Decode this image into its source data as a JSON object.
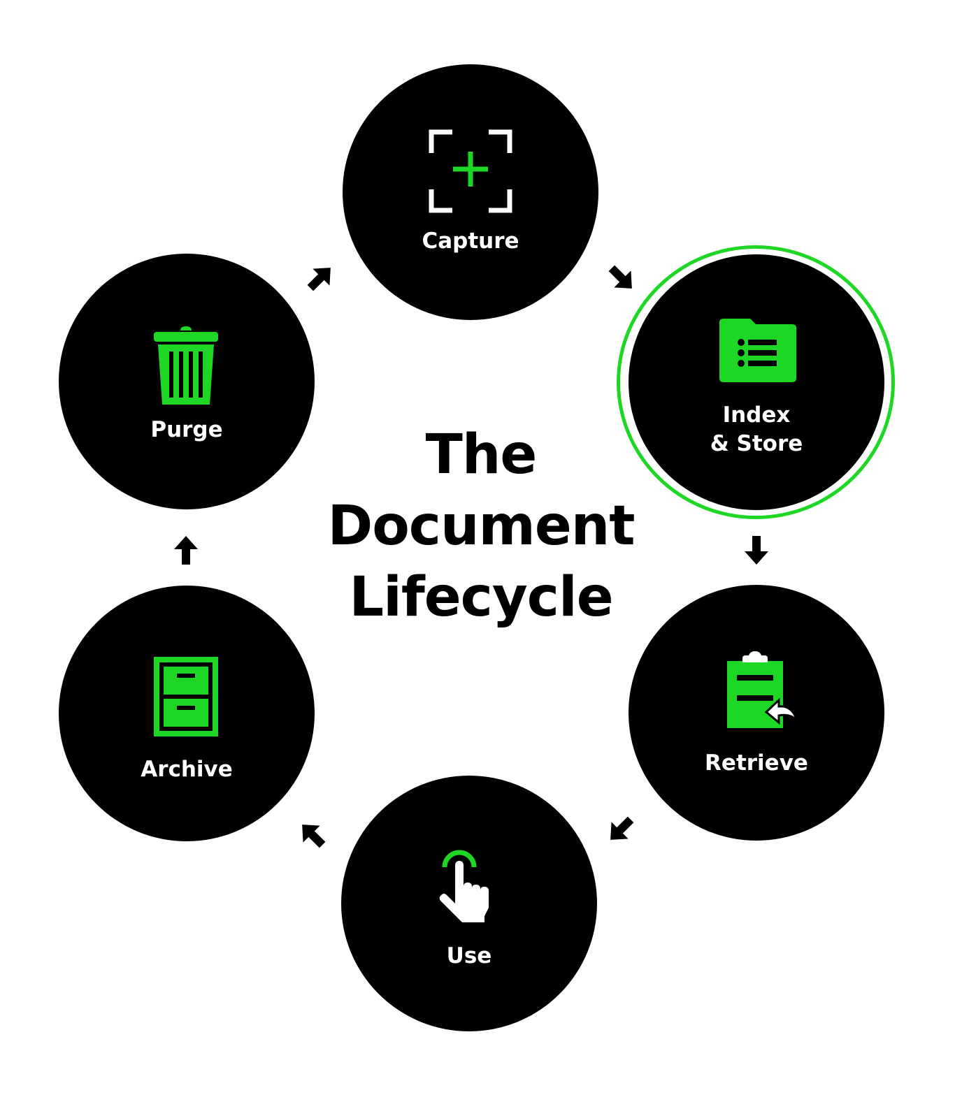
{
  "title": {
    "line1": "The",
    "line2": "Document",
    "line3": "Lifecycle"
  },
  "colors": {
    "accent": "#1ed724",
    "node_fill": "#000000",
    "text_on_node": "#ffffff",
    "arrow": "#000000",
    "background": "#ffffff"
  },
  "stages": {
    "capture": {
      "label": "Capture",
      "icon": "capture-frame-icon"
    },
    "index_store": {
      "line1": "Index",
      "line2": "& Store",
      "icon": "folder-list-icon",
      "highlighted": true
    },
    "retrieve": {
      "label": "Retrieve",
      "icon": "clipboard-return-icon"
    },
    "use": {
      "label": "Use",
      "icon": "hand-tap-icon"
    },
    "archive": {
      "label": "Archive",
      "icon": "filing-cabinet-icon"
    },
    "purge": {
      "label": "Purge",
      "icon": "trash-can-icon"
    }
  }
}
